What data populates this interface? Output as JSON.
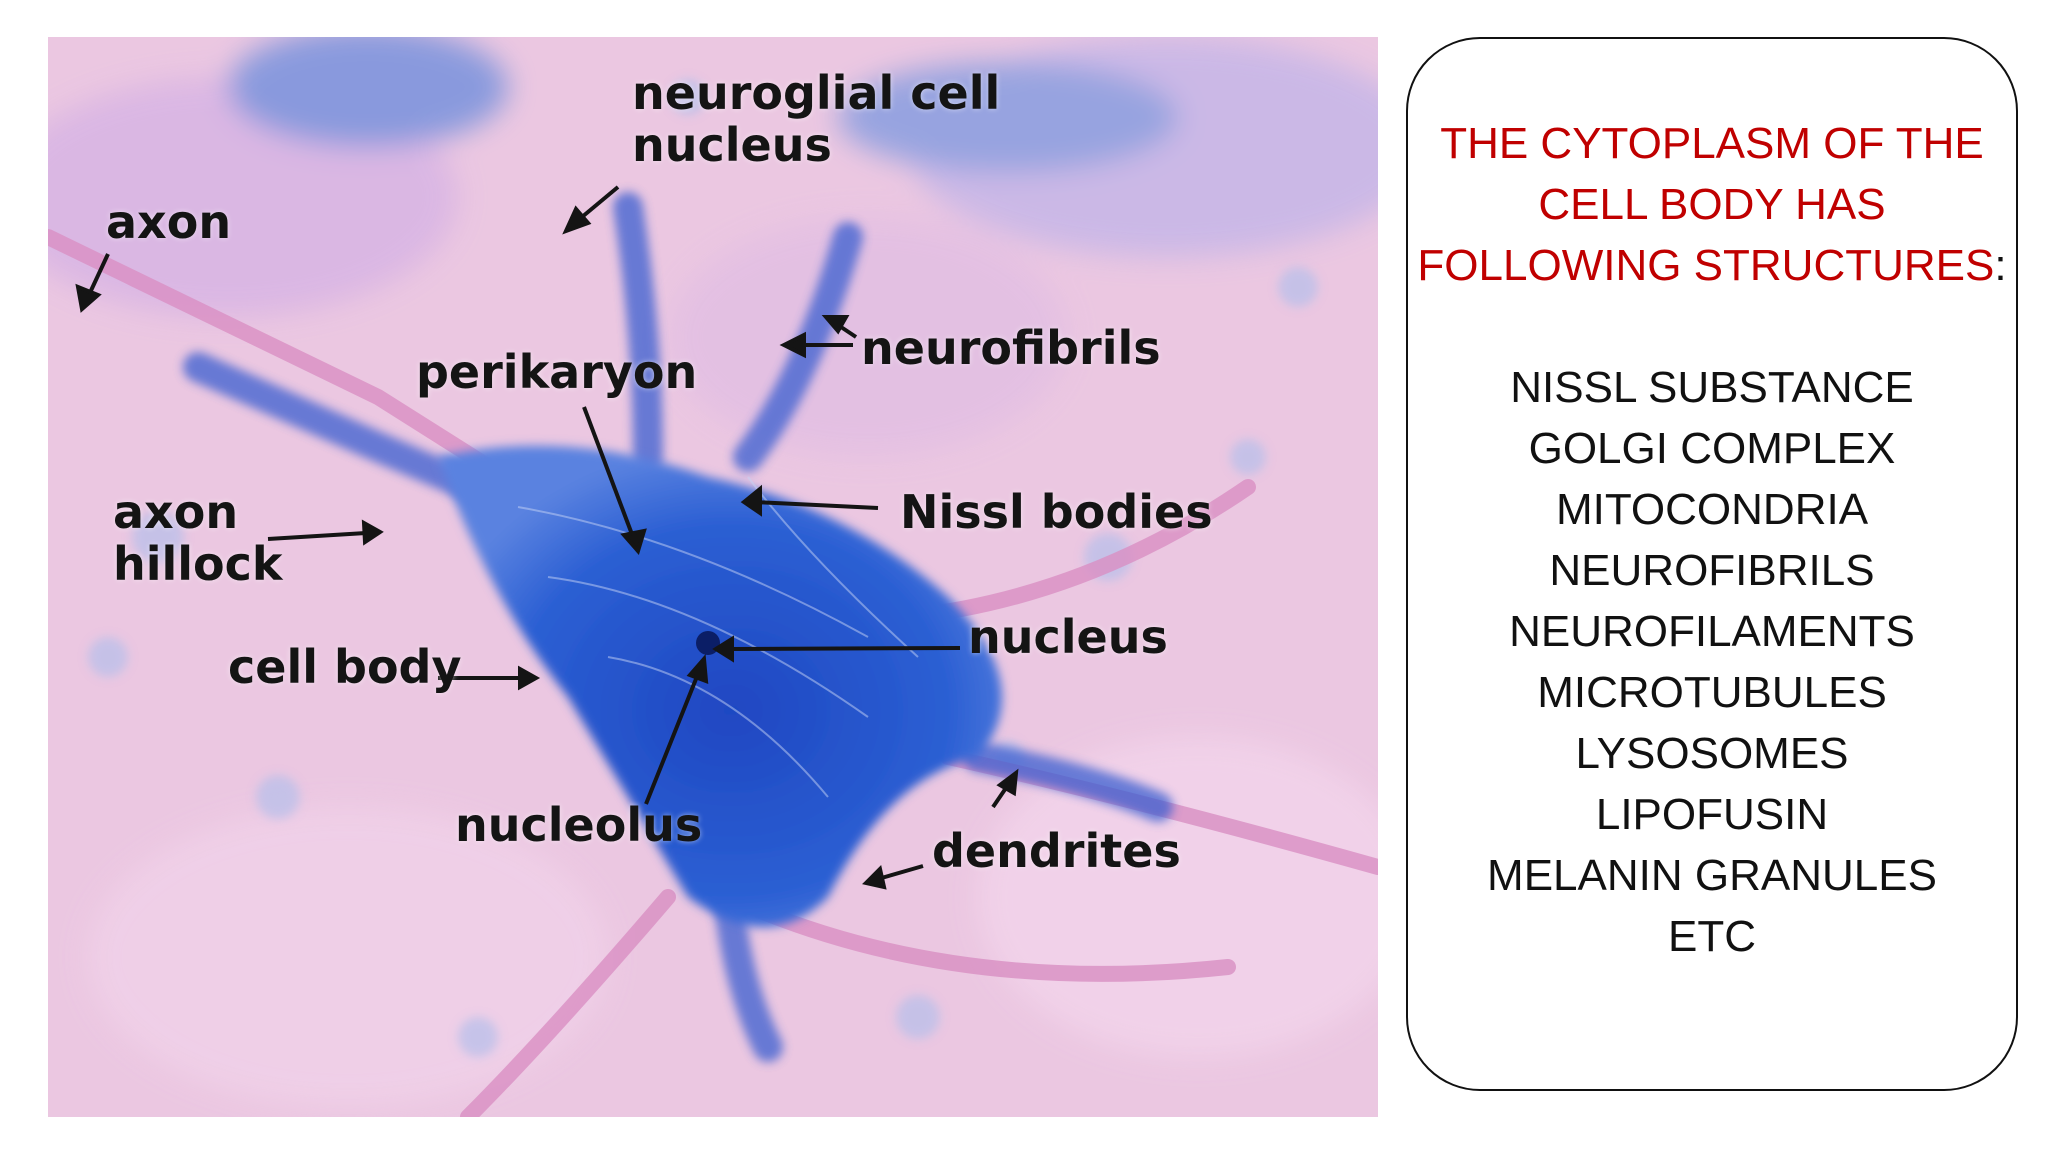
{
  "micrograph": {
    "labels": {
      "neuroglial": "neuroglial cell\nnucleus",
      "axon": "axon",
      "neurofibrils": "neurofibrils",
      "perikaryon": "perikaryon",
      "axon_hillock": "axon\nhillock",
      "nissl": "Nissl bodies",
      "nucleus": "nucleus",
      "cell_body": "cell body",
      "nucleolus": "nucleolus",
      "dendrites": "dendrites"
    }
  },
  "info_box": {
    "heading": "THE CYTOPLASM OF THE CELL BODY HAS FOLLOWING STRUCTURES",
    "heading_suffix": ":",
    "items": [
      "NISSL SUBSTANCE",
      "GOLGI COMPLEX",
      "MITOCONDRIA",
      "NEUROFIBRILS",
      "NEUROFILAMENTS",
      "MICROTUBULES",
      "LYSOSOMES",
      "LIPOFUSIN",
      "MELANIN GRANULES",
      "ETC"
    ]
  },
  "colors": {
    "heading": "#c00000",
    "stain_blue": "#2f5fd0",
    "stain_pink": "#e9b8dd"
  }
}
